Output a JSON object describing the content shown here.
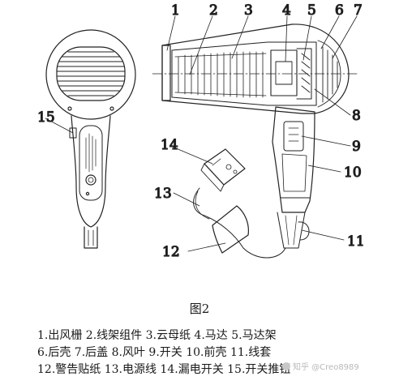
{
  "figure": {
    "callouts": {
      "c1": "1",
      "c2": "2",
      "c3": "3",
      "c4": "4",
      "c5": "5",
      "c6": "6",
      "c7": "7",
      "c8": "8",
      "c9": "9",
      "c10": "10",
      "c11": "11",
      "c12": "12",
      "c13": "13",
      "c14": "14",
      "c15": "15"
    },
    "caption": "图2"
  },
  "legend": {
    "line1": "1.出风栅 2.线架组件 3.云母纸 4.马达 5.马达架",
    "line2": "6.后壳 7.后盖 8.风叶 9.开关 10.前壳 11.线套",
    "line3": "12.警告贴纸 13.电源线 14.漏电开关 15.开关推钮"
  },
  "watermark": {
    "text": "知乎 @Creo8989"
  }
}
